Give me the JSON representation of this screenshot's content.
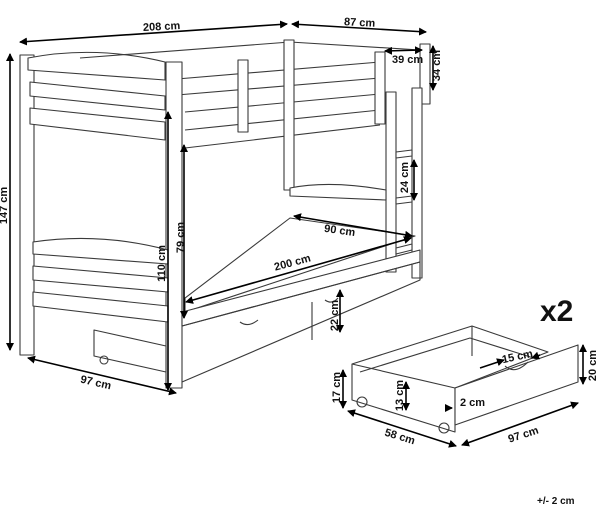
{
  "diagram": {
    "type": "product-dimension-drawing",
    "subject": "bunk bed with two under-bed drawers",
    "bed_dimensions": {
      "total_length": "208 cm",
      "total_depth": "87 cm",
      "ladder_opening_width": "39 cm",
      "top_rail_height": "34 cm",
      "ladder_step_spacing": "24 cm",
      "mattress_width": "90 cm",
      "mattress_length": "200 cm",
      "total_height": "147 cm",
      "height_to_upper_bed": "110 cm",
      "clearance_between_beds": "79 cm",
      "drawer_space_height": "22 cm",
      "side_depth": "97 cm"
    },
    "drawer": {
      "quantity_label": "x2",
      "height_back": "17 cm",
      "inner_height": "13 cm",
      "panel_thickness": "2 cm",
      "handle_width": "15 cm",
      "front_height": "20 cm",
      "depth": "58 cm",
      "length": "97 cm"
    },
    "tolerance": "+/- 2 cm",
    "colors": {
      "line": "#3a3a3a",
      "dimension": "#000000",
      "background": "#ffffff"
    }
  }
}
